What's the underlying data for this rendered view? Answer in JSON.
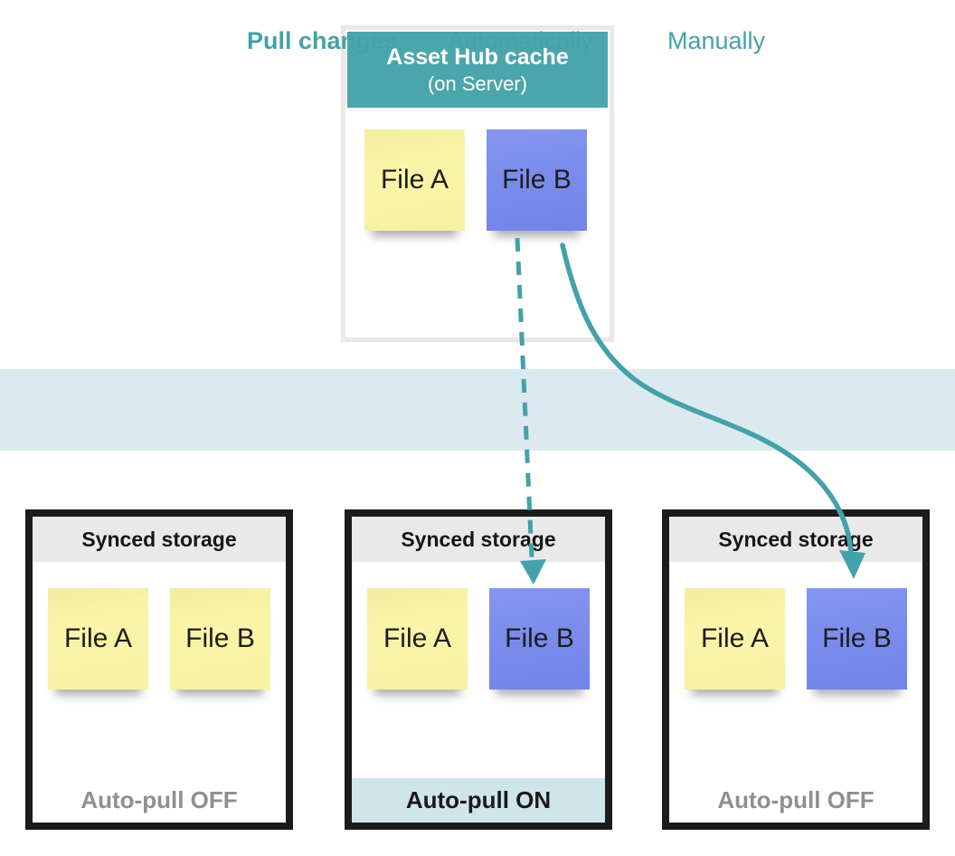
{
  "colors": {
    "teal_header": "#4BA6AC",
    "teal_accent": "#45A1A9",
    "band_bg": "#DBEAEE",
    "footer_on_bg": "#CFE5E9",
    "note_yellow": "#F8F3A5",
    "note_blue": "#7B8CEC",
    "storage_header_bg": "#E9E9E9",
    "storage_border": "#1C1C1C",
    "server_border": "#E8E8E8",
    "muted_text": "#8F8F8F"
  },
  "server_box": {
    "title": "Asset Hub cache",
    "subtitle": "(on Server)",
    "files": [
      {
        "label": "File A",
        "color": "yellow"
      },
      {
        "label": "File B",
        "color": "blue"
      }
    ]
  },
  "pull_band": {
    "title": "Pull changes",
    "options": [
      {
        "label": "Automatically",
        "arrow": "dashed"
      },
      {
        "label": "Manually",
        "arrow": "solid"
      }
    ]
  },
  "storage_boxes": [
    {
      "title": "Synced storage",
      "files": [
        {
          "label": "File A",
          "color": "yellow"
        },
        {
          "label": "File B",
          "color": "yellow"
        }
      ],
      "footer": "Auto-pull OFF",
      "footer_state": "off"
    },
    {
      "title": "Synced storage",
      "files": [
        {
          "label": "File A",
          "color": "yellow"
        },
        {
          "label": "File B",
          "color": "blue"
        }
      ],
      "footer": "Auto-pull ON",
      "footer_state": "on"
    },
    {
      "title": "Synced storage",
      "files": [
        {
          "label": "File A",
          "color": "yellow"
        },
        {
          "label": "File B",
          "color": "blue"
        }
      ],
      "footer": "Auto-pull OFF",
      "footer_state": "off"
    }
  ]
}
